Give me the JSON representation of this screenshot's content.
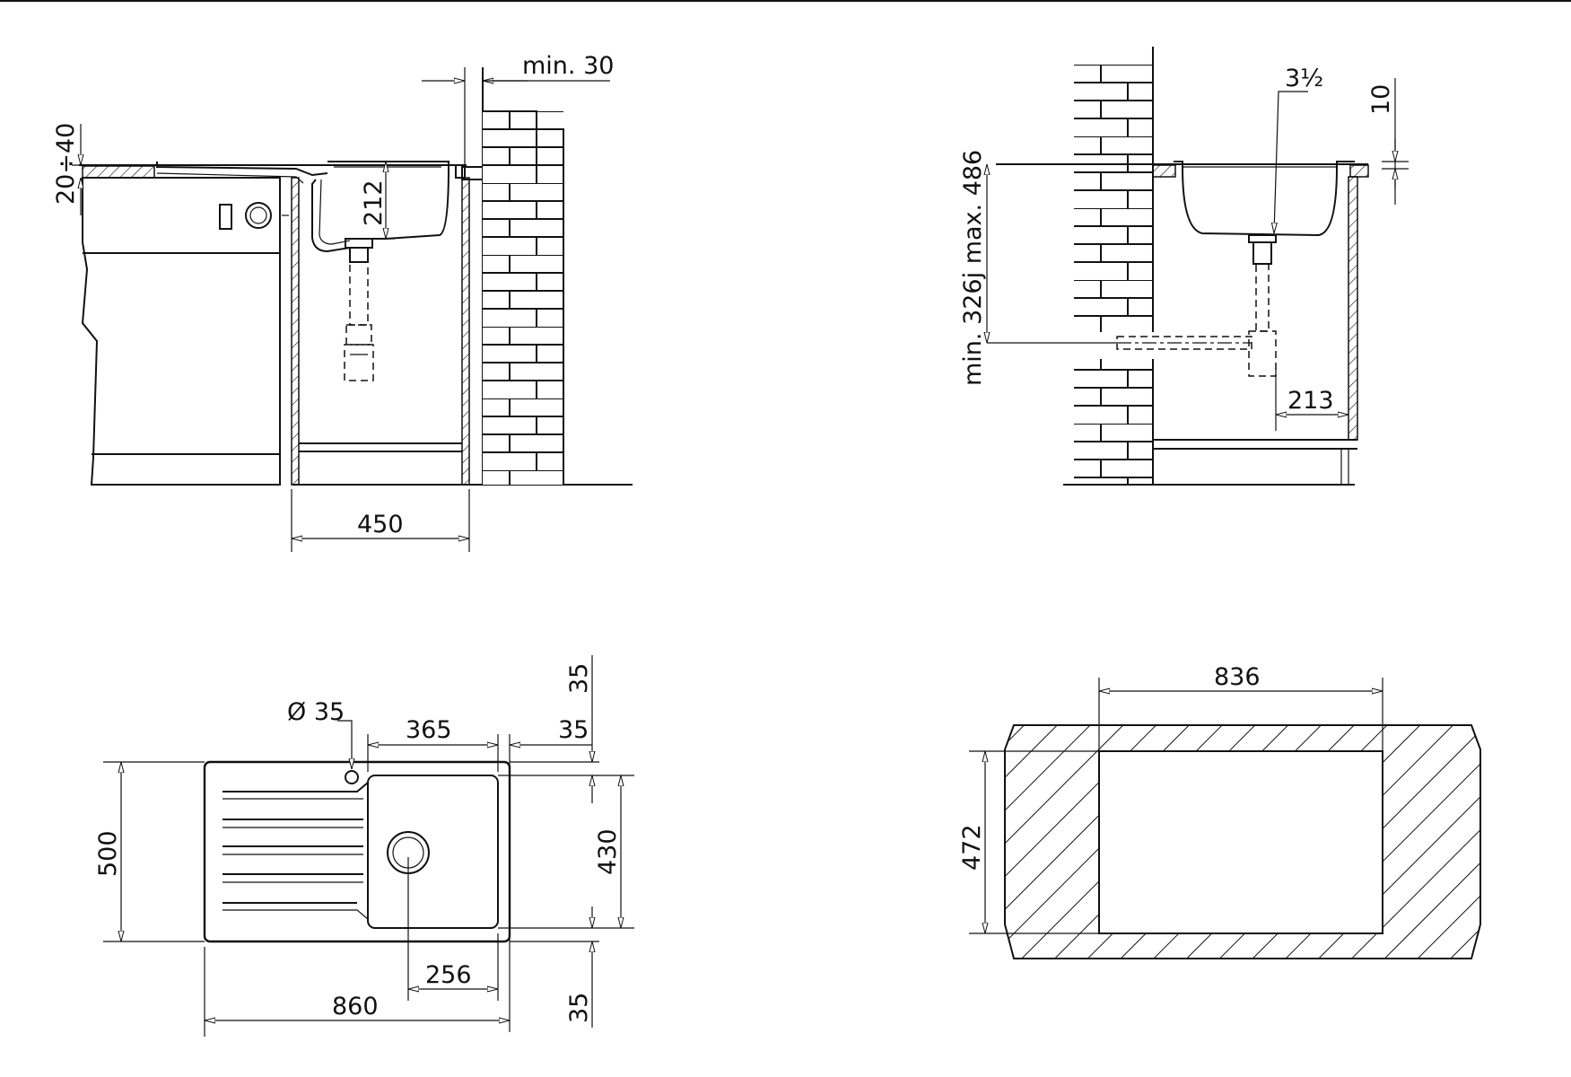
{
  "drawing": {
    "side_view": {
      "min_wall": "min. 30",
      "worktop_thickness": "20÷40",
      "bowl_depth": "212",
      "cabinet_width": "450"
    },
    "end_view": {
      "vertical_range": "min. 326j max. 486",
      "waste_size": "3½",
      "rim_height": "10",
      "outlet_offset": "213"
    },
    "top_view": {
      "tap_hole": "Ø 35",
      "bowl_width": "365",
      "right_margin": "35",
      "top_margin": "35",
      "overall_depth": "500",
      "bowl_depth": "430",
      "waste_offset": "256",
      "overall_width": "860",
      "bottom_margin": "35"
    },
    "cutout_view": {
      "cutout_width": "836",
      "cutout_depth": "472"
    }
  }
}
